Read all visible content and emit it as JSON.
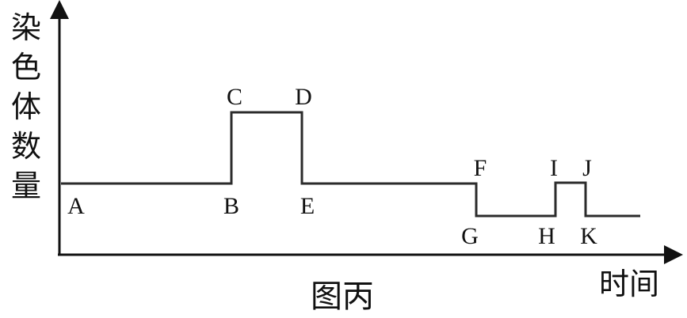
{
  "y_axis_label_chars": [
    "染",
    "色",
    "体",
    "数",
    "量"
  ],
  "x_axis_label": "时间",
  "caption": "图丙",
  "points": {
    "A": "A",
    "B": "B",
    "C": "C",
    "D": "D",
    "E": "E",
    "F": "F",
    "G": "G",
    "H": "H",
    "I": "I",
    "J": "J",
    "K": "K"
  },
  "colors": {
    "line": "#2b2b2b",
    "axis": "#111111",
    "text": "#111111"
  }
}
